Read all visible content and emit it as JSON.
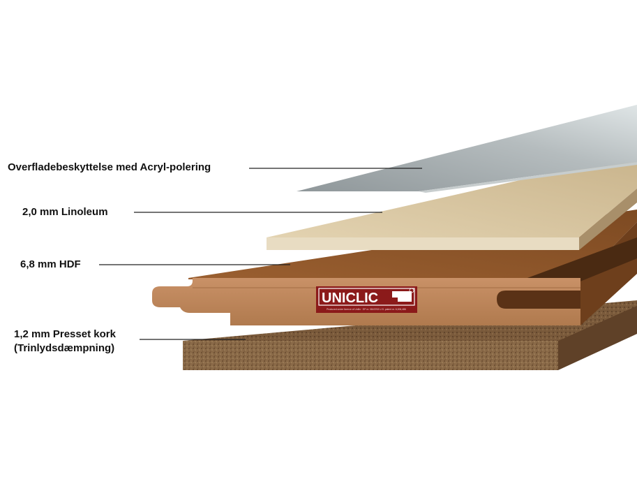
{
  "layers": [
    {
      "id": "acryl",
      "label": "Overfladebeskyttelse med Acryl-polering"
    },
    {
      "id": "linoleum",
      "label": "2,0 mm Linoleum"
    },
    {
      "id": "hdf",
      "label": "6,8 mm HDF"
    },
    {
      "id": "kork",
      "label_line1": "1,2 mm Presset kork",
      "label_line2": "(Trinlydsdæmpning)"
    }
  ],
  "logo": {
    "text": "UNICLIC",
    "fine_print": "Produced under licence of Unilin · EP nr. 0843763 U.S. patent nr. 6,006,486"
  },
  "colors": {
    "acryl": "#9ea7aa",
    "linoleum": "#d9c7a3",
    "hdf": "#b07a4e",
    "hdf_dark": "#7a4a25",
    "kork": "#8c6d4d",
    "logo": "#8b1a1a"
  }
}
